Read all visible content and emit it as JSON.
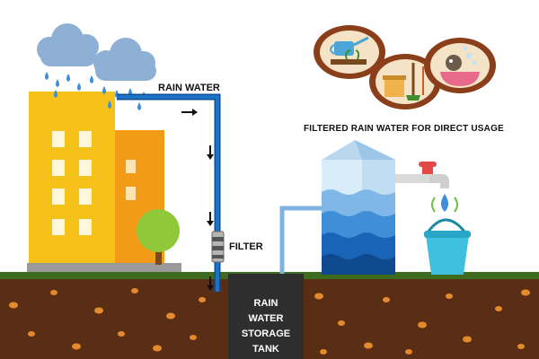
{
  "labels": {
    "rain_water": "RAIN WATER",
    "filter": "FILTER",
    "filtered_usage": "FILTERED RAIN WATER FOR DIRECT USAGE",
    "tank_lines": [
      "RAIN",
      "WATER",
      "STORAGE",
      "TANK"
    ]
  },
  "icons": [
    "cloud-icon",
    "building-icon",
    "tree-icon",
    "pipe-icon",
    "filter-icon",
    "water-tower-icon",
    "tap-icon",
    "bucket-icon",
    "watering-can-icon",
    "cleaning-icon",
    "pet-bath-icon"
  ],
  "colors": {
    "soil": "#5a2e14",
    "soil_dots": "#e58a2c",
    "grass": "#3f6b1f",
    "pipe": "#1b73c8",
    "building_front": "#f6c21a",
    "building_back": "#f19b16",
    "tank": "#2e2e2e",
    "cloud": "#8eb0d4",
    "raindrop": "#3f8fd6"
  }
}
